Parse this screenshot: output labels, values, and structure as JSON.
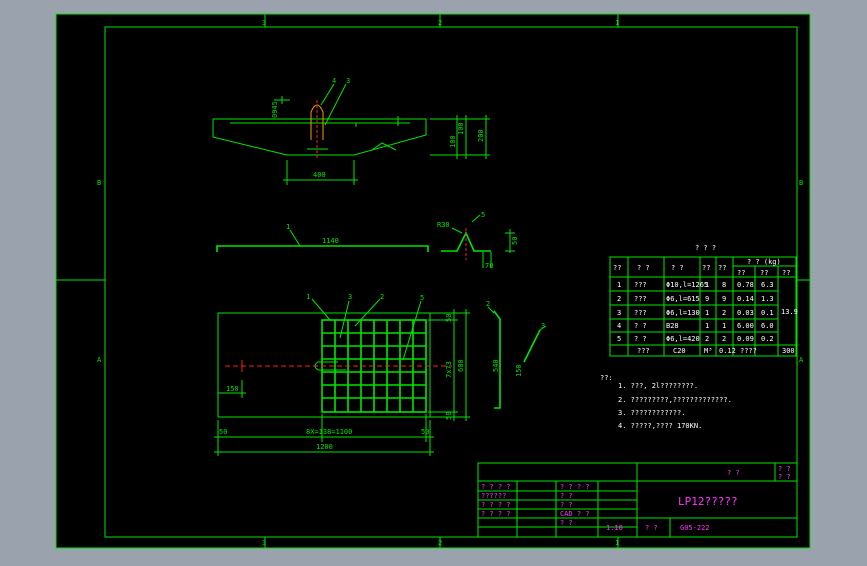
{
  "frame": {
    "zone_numbers_top": [
      "3",
      "2",
      "1"
    ],
    "zone_numbers_bottom": [
      "3",
      "2",
      "1"
    ],
    "zone_letters_left": [
      "B",
      "A"
    ],
    "zone_letters_right": [
      "B",
      "A"
    ]
  },
  "section_view": {
    "callouts": [
      "4",
      "3"
    ],
    "dims": {
      "width": "400",
      "height_total": "200",
      "height_top": "100",
      "height_mid": "100",
      "depth_left": "10",
      "depth_left_2": "0945"
    }
  },
  "bar_1": {
    "callout": "1",
    "length": "1140"
  },
  "bar_5": {
    "callout": "5",
    "radius": "R30",
    "width": "70",
    "height": "50"
  },
  "plan_view": {
    "callouts": [
      "1",
      "3",
      "2",
      "5"
    ],
    "dim_left": "150",
    "dim_spacing": "8X=138=1100",
    "dim_total": "1200",
    "dim_side_small": "50",
    "dim_vertical_spacing": "7x73",
    "dim_vertical_total": "600",
    "dim_edge_1": "50",
    "dim_edge_2": "50"
  },
  "bar_2": {
    "callout": "2",
    "length": "540"
  },
  "bar_3": {
    "callout": "3",
    "length": "150"
  },
  "rebar_table": {
    "title": "? ? ?",
    "headers": [
      "??",
      "?  ?",
      "?  ?",
      "??",
      "??",
      "?  ? (kg)"
    ],
    "subheaders": [
      "??",
      "??",
      "??"
    ],
    "rows": [
      [
        "1",
        "???",
        "Φ10,l=1265",
        "1",
        "8",
        "0.78",
        "6.3"
      ],
      [
        "2",
        "???",
        "Φ6,l=615",
        "9",
        "9",
        "0.14",
        "1.3"
      ],
      [
        "3",
        "???",
        "Φ6,l=130",
        "1",
        "2",
        "0.03",
        "0.1"
      ],
      [
        "4",
        "? ?",
        "B28",
        "1",
        "1",
        "6.00",
        "6.0"
      ],
      [
        "5",
        "? ?",
        "Φ6,l=420",
        "2",
        "2",
        "0.09",
        "0.2"
      ]
    ],
    "merged_total": "13.9",
    "footer": [
      "",
      "???",
      "C20",
      "M³",
      "0.12",
      "????",
      "",
      "300"
    ]
  },
  "notes": {
    "label": "??:",
    "items": [
      "1. ???, 2l????????.",
      "2. ?????????,?????????????.",
      "3. ????????????.",
      "4. ?????,????  170KN."
    ]
  },
  "title_block": {
    "top_right": "? ?",
    "top_right_2": "? ?",
    "top_right_3": "? ?",
    "left_labels_white": [
      "? ? ? ?",
      "??????",
      "? ? ? ?",
      "? ? ? ?"
    ],
    "left_labels_magenta": [
      "? ? ? ?",
      "? ?",
      "? ?",
      "CAD ? ?",
      "? ?"
    ],
    "right_col_value": "1:10",
    "drawing_name": "LP12?????",
    "bottom_label": "? ?",
    "drawing_number": "G05-222"
  }
}
